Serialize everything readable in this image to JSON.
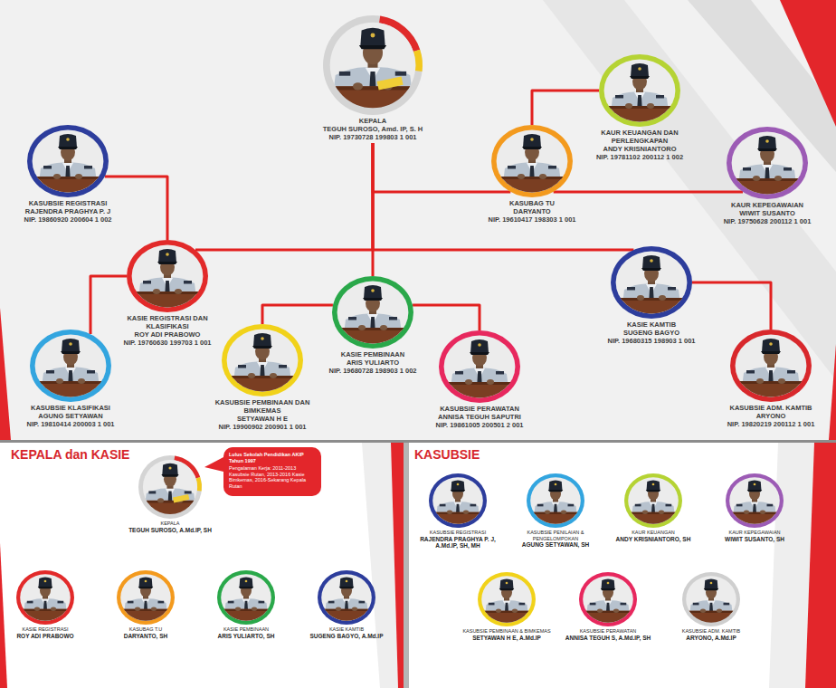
{
  "diagram": {
    "nodes": [
      {
        "text": [
          "KEPALA",
          "TEGUH SUROSO, Amd. IP, S. H",
          "NIP. 19730728 199803 1 001"
        ]
      },
      {
        "text": [
          "KASUBAG TU",
          "DARYANTO",
          "NIP. 19610417 198303 1 001"
        ]
      },
      {
        "text": [
          "KAUR KEUANGAN DAN PERLENGKAPAN",
          "ANDY KRISNIANTORO",
          "NIP. 19781102 200112 1 002"
        ]
      },
      {
        "text": [
          "KAUR KEPEGAWAIAN",
          "WIWIT SUSANTO",
          "NIP. 19750628 200112 1 001"
        ]
      },
      {
        "text": [
          "KASUBSIE REGISTRASI",
          "RAJENDRA PRAGHYA P. J",
          "NIP. 19860920 200604 1 002"
        ]
      },
      {
        "text": [
          "KASIE REGISTRASI DAN KLASIFIKASI",
          "ROY ADI PRABOWO",
          "NIP. 19760630 199703 1 001"
        ]
      },
      {
        "text": [
          "KASUBSIE KLASIFIKASI",
          "AGUNG SETYAWAN",
          "NIP. 19810414 200003 1 001"
        ]
      },
      {
        "text": [
          "KASIE PEMBINAAN",
          "ARIS YULIARTO",
          "NIP. 19680728 198903 1 002"
        ]
      },
      {
        "text": [
          "KASUBSIE PEMBINAAN DAN BIMKEMAS",
          "SETYAWAN H E",
          "NIP. 19900902 200901 1 001"
        ]
      },
      {
        "text": [
          "KASUBSIE PERAWATAN",
          "ANNISA TEGUH SAPUTRI",
          "NIP. 19861005 200501 2 001"
        ]
      },
      {
        "text": [
          "KASIE KAMTIB",
          "SUGENG BAGYO",
          "NIP. 19680315 198903 1 001"
        ]
      },
      {
        "text": [
          "KASUBSIE ADM. KAMTIB",
          "ARYONO",
          "NIP. 19820219 200112 1 001"
        ]
      },
      {
        "text": [
          "KEPALA",
          "TEGUH SUROSO, A.Md.IP, SH"
        ]
      },
      {
        "text": [
          "Lulus Sekolah Pendidikan AKIP Tahun 1997",
          "Pengalaman Kerja: 2011-2013 Kasubsie Rutan, 2013-2016 Kasie Bimkemas, 2016-Sekarang Kepala Rutan"
        ]
      },
      {
        "text": [
          "KASIE REGISTRASI",
          "ROY ADI PRABOWO"
        ]
      },
      {
        "text": [
          "KASUBAG T.U",
          "DARYANTO, SH"
        ]
      },
      {
        "text": [
          "KASIE PEMBINAAN",
          "ARIS YULIARTO, SH"
        ]
      },
      {
        "text": [
          "KASIE KAMTIB",
          "SUGENG BAGYO, A.Md.IP"
        ]
      },
      {
        "text": [
          "KASUBSIE REGISTRASI",
          "RAJENDRA PRAGHYA P. J, A.Md.IP, SH, MH"
        ]
      },
      {
        "text": [
          "KASUBSIE PENILAIAN & PENGELOMPOKAN",
          "AGUNG SETYAWAN, SH"
        ]
      },
      {
        "text": [
          "KAUR KEUANGAN",
          "ANDY KRISNIANTORO, SH"
        ]
      },
      {
        "text": [
          "KAUR KEPEGAWAIAN",
          "WIWIT SUSANTO, SH"
        ]
      },
      {
        "text": [
          "KASUBSIE PEMBINAAN & BIMKEMAS",
          "SETYAWAN H E, A.Md.IP"
        ]
      },
      {
        "text": [
          "KASUBSIE PERAWATAN",
          "ANNISA TEGUH S, A.Md.IP, SH"
        ]
      },
      {
        "text": [
          "KASUBSIE ADM. KAMTIB",
          "ARYONO, A.Md.IP"
        ]
      }
    ],
    "edges": [
      {
        "from": 0,
        "to": 1,
        "arrow": "none"
      },
      {
        "from": 0,
        "to": 5,
        "arrow": "none"
      },
      {
        "from": 0,
        "to": 7,
        "arrow": "none"
      },
      {
        "from": 0,
        "to": 10,
        "arrow": "none"
      },
      {
        "from": 1,
        "to": 2,
        "arrow": "none"
      },
      {
        "from": 1,
        "to": 3,
        "arrow": "none"
      },
      {
        "from": 5,
        "to": 4,
        "arrow": "none"
      },
      {
        "from": 5,
        "to": 6,
        "arrow": "none"
      },
      {
        "from": 7,
        "to": 8,
        "arrow": "none"
      },
      {
        "from": 7,
        "to": 9,
        "arrow": "none"
      },
      {
        "from": 10,
        "to": 11,
        "arrow": "none"
      }
    ],
    "labels": [
      "KEPALA dan KASIE",
      "KASUBSIE"
    ]
  }
}
